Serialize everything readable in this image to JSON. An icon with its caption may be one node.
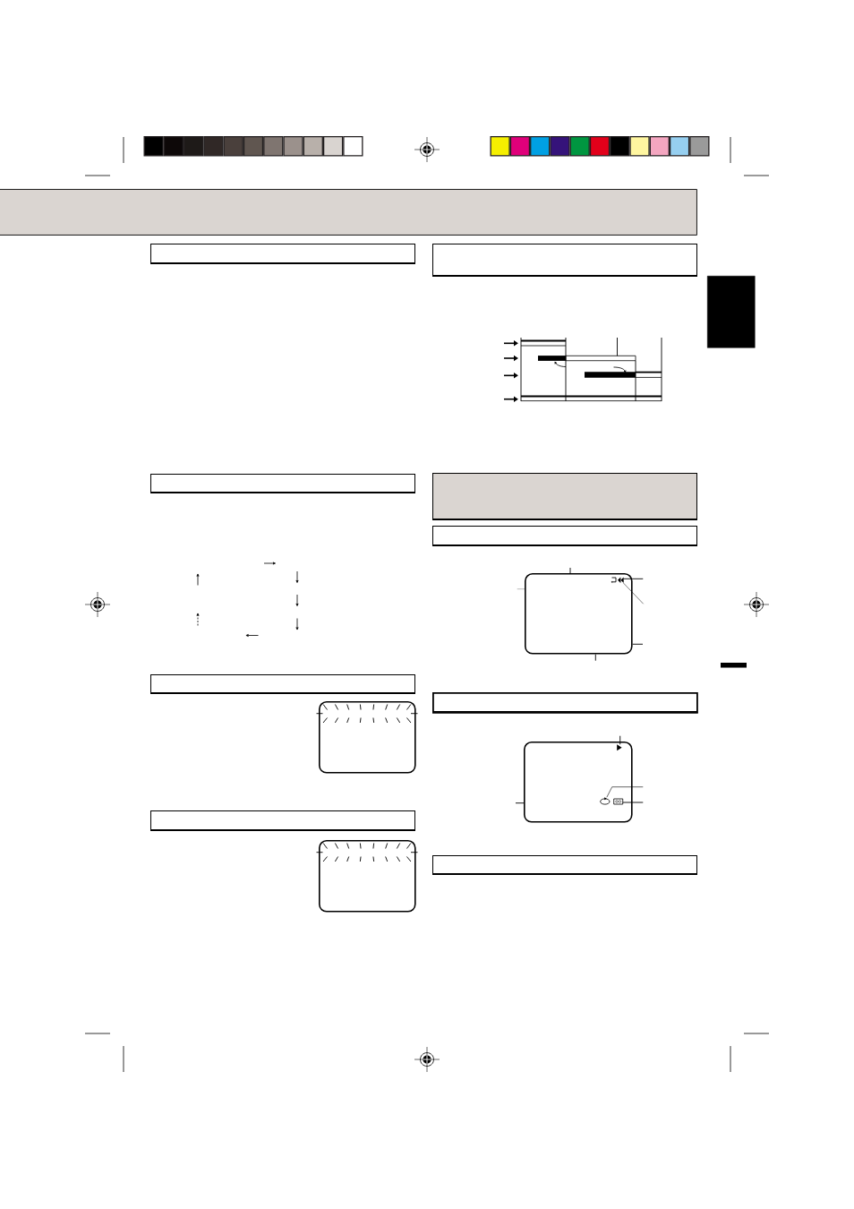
{
  "diagram": {
    "nodes": [
      {
        "text": [],
        "shape": "band"
      },
      {
        "text": [],
        "shape": "box"
      },
      {
        "text": [],
        "shape": "box"
      },
      {
        "text": [],
        "shape": "box"
      },
      {
        "text": [],
        "shape": "screen"
      },
      {
        "text": [],
        "shape": "box"
      },
      {
        "text": [],
        "shape": "screen"
      },
      {
        "text": [],
        "shape": "box"
      },
      {
        "text": [],
        "shape": "box"
      },
      {
        "text": [],
        "shape": "box"
      },
      {
        "text": [],
        "shape": "screen"
      },
      {
        "text": [],
        "shape": "icon",
        "in": 10
      },
      {
        "text": [],
        "shape": "box"
      },
      {
        "text": [],
        "shape": "screen"
      },
      {
        "text": [],
        "shape": "icon",
        "in": 13
      },
      {
        "text": [],
        "shape": "icon",
        "in": 13
      },
      {
        "text": [],
        "shape": "icon",
        "in": 13
      },
      {
        "text": [],
        "shape": "box"
      },
      {
        "text": [],
        "shape": "box"
      }
    ],
    "edges": [
      {
        "from": null,
        "to": 10,
        "arrow": "none"
      },
      {
        "from": null,
        "to": 11,
        "arrow": "none"
      },
      {
        "from": null,
        "to": 11,
        "arrow": "none"
      },
      {
        "from": null,
        "to": 10,
        "arrow": "none",
        "color": "#8c8c8c"
      },
      {
        "from": null,
        "to": 10,
        "arrow": "none"
      },
      {
        "from": null,
        "to": 10,
        "arrow": "none"
      },
      {
        "from": null,
        "to": 14,
        "arrow": "none"
      },
      {
        "from": null,
        "to": 15,
        "arrow": "none"
      },
      {
        "from": null,
        "to": 16,
        "arrow": "none"
      },
      {
        "from": null,
        "to": 13,
        "arrow": "none"
      }
    ]
  }
}
